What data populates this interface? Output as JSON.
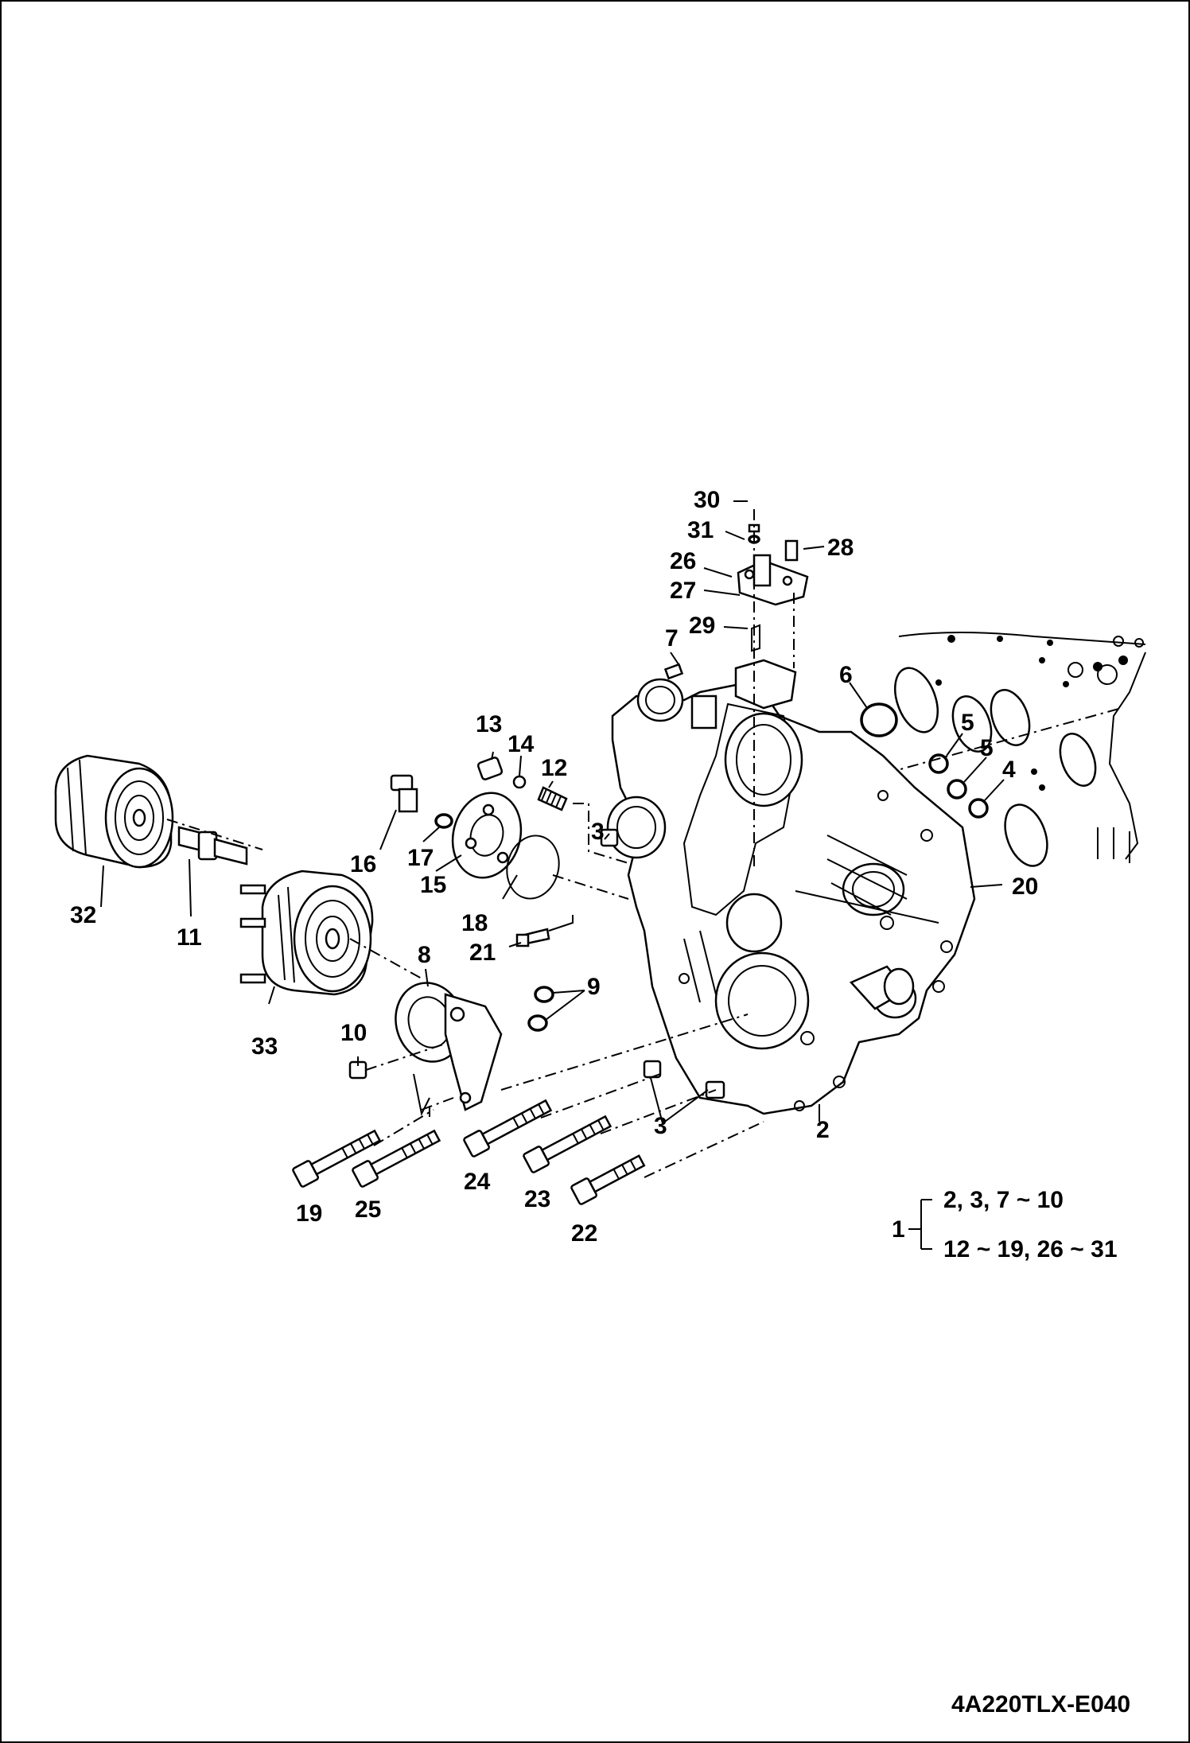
{
  "diagram": {
    "code": "4A220TLX-E040",
    "callouts": {
      "c30": "30",
      "c31": "31",
      "c28": "28",
      "c26": "26",
      "c27": "27",
      "c29": "29",
      "c7": "7",
      "c6": "6",
      "c5a": "5",
      "c5b": "5",
      "c4": "4",
      "c20": "20",
      "c13": "13",
      "c14": "14",
      "c12": "12",
      "c16": "16",
      "c17": "17",
      "c3a": "3",
      "c15": "15",
      "c18": "18",
      "c21": "21",
      "c32": "32",
      "c11": "11",
      "c8": "8",
      "c9": "9",
      "c33": "33",
      "c10": "10",
      "c3b": "3",
      "c2": "2",
      "c19": "19",
      "c25": "25",
      "c24": "24",
      "c23": "23",
      "c22": "22"
    },
    "legend": {
      "number": "1",
      "line1": "2, 3, 7 ~ 10",
      "line2": "12 ~ 19,  26 ~ 31"
    }
  }
}
